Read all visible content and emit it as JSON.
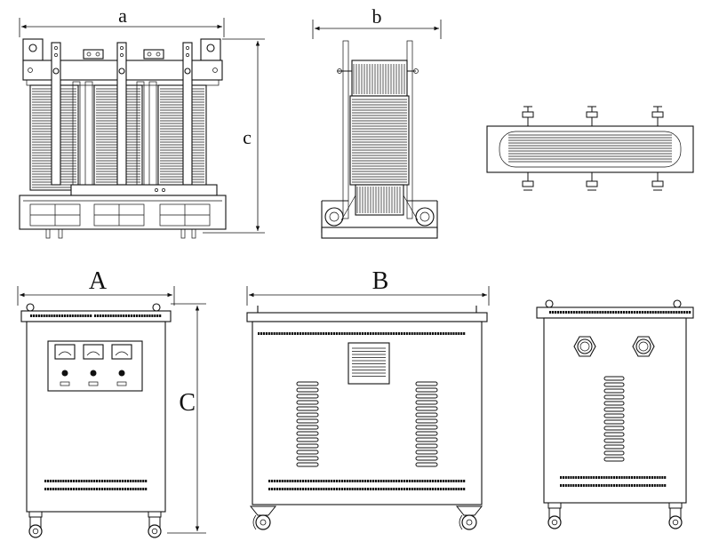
{
  "dimension_labels": {
    "a": "a",
    "b": "b",
    "c": "c",
    "A": "A",
    "B": "B",
    "C": "C"
  },
  "colors": {
    "line": "#111111",
    "background": "#ffffff"
  }
}
